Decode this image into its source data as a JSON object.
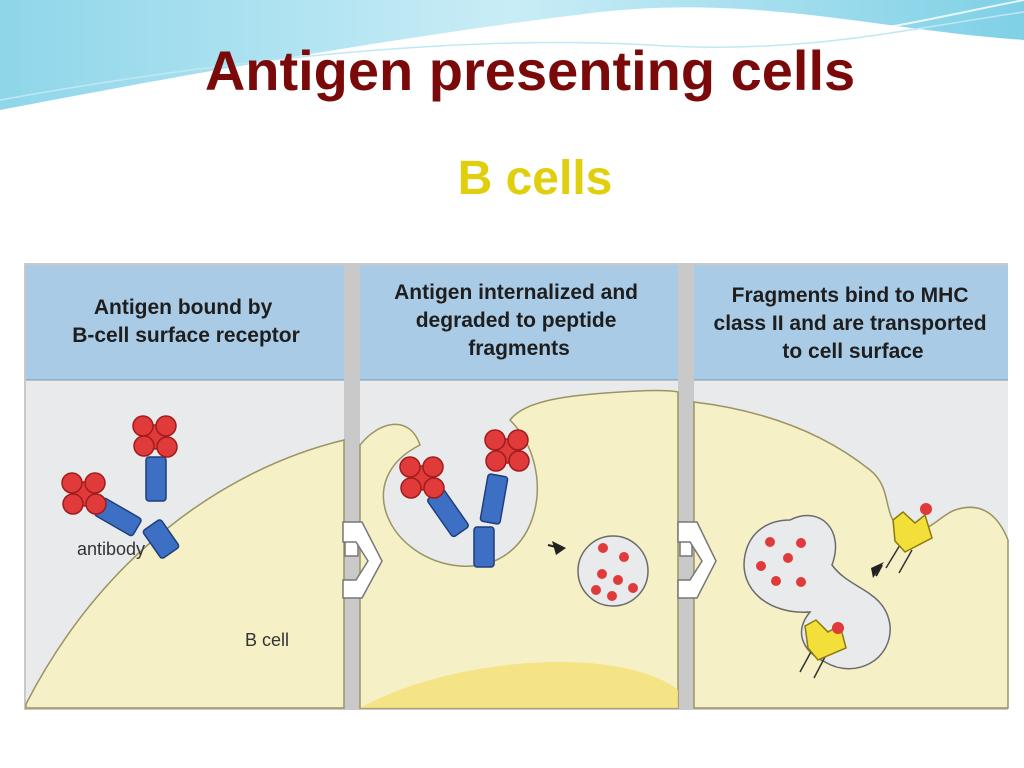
{
  "slide": {
    "title": "Antigen presenting cells",
    "subtitle": "B cells"
  },
  "diagram": {
    "panels": [
      {
        "heading_lines": [
          "Antigen bound by",
          "B-cell surface receptor"
        ]
      },
      {
        "heading_lines": [
          "Antigen internalized and",
          "degraded to peptide",
          "fragments"
        ]
      },
      {
        "heading_lines": [
          "Fragments bind to MHC",
          "class II and are transported",
          "to cell surface"
        ]
      }
    ],
    "labels": {
      "antibody": "antibody",
      "b_cell": "B cell"
    },
    "colors": {
      "title": "#7a0a0a",
      "subtitle": "#e0cf0c",
      "header_band": "#a9cbe6",
      "cell_body": "#f6f0c7",
      "background": "#e8eaec",
      "antigen": "#e03a3a",
      "antibody": "#3d6fc4",
      "mhc": "#f2df3a"
    }
  }
}
